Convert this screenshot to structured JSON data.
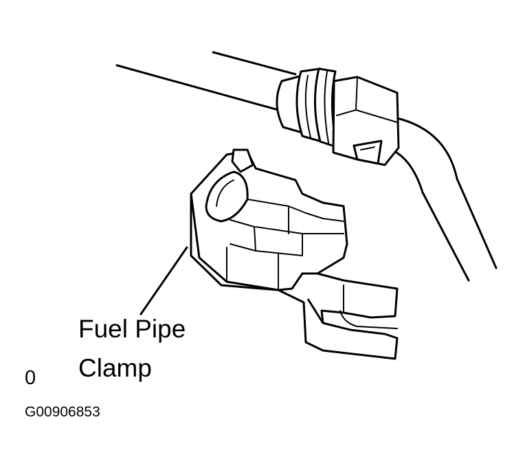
{
  "callout": {
    "line1": "Fuel Pipe",
    "line2": "Clamp"
  },
  "figure_mark": "0",
  "figure_code": "G00906853"
}
